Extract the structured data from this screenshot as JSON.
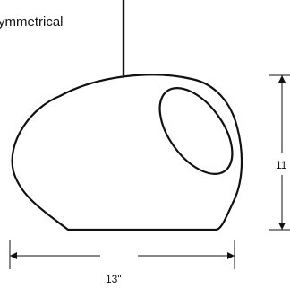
{
  "title": "ymmetrical",
  "dimensions": {
    "width": "13\"",
    "height": "11"
  },
  "colors": {
    "line": "#111111",
    "background": "#ffffff"
  }
}
